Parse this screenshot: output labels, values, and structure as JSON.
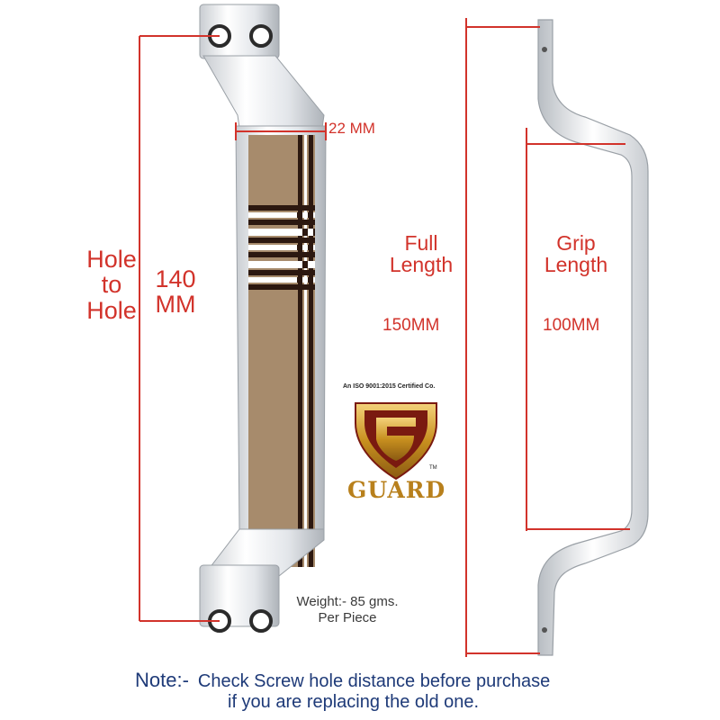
{
  "labels": {
    "hole_to_hole": [
      "Hole",
      "to",
      "Hole"
    ],
    "hole_distance": [
      "140",
      "MM"
    ],
    "width": "22 MM",
    "full_length": [
      "Full",
      "Length"
    ],
    "full_length_value": "150MM",
    "grip_length": [
      "Grip",
      "Length"
    ],
    "grip_length_value": "100MM",
    "weight": [
      "Weight:- 85 gms.",
      "Per Piece"
    ]
  },
  "logo": {
    "certification": "An ISO 9001:2015 Certified Co.",
    "brand": "GUARD",
    "trademark": "TM"
  },
  "note": {
    "prefix": "Note:-",
    "line1": "Check Screw hole distance before purchase",
    "line2": "if you are replacing the old one."
  },
  "colors": {
    "dimension_lines": "#d2332b",
    "note_prefix": "#1e3a78",
    "grip_inlay": "#a78b6c",
    "chrome": "#e8ebee"
  }
}
